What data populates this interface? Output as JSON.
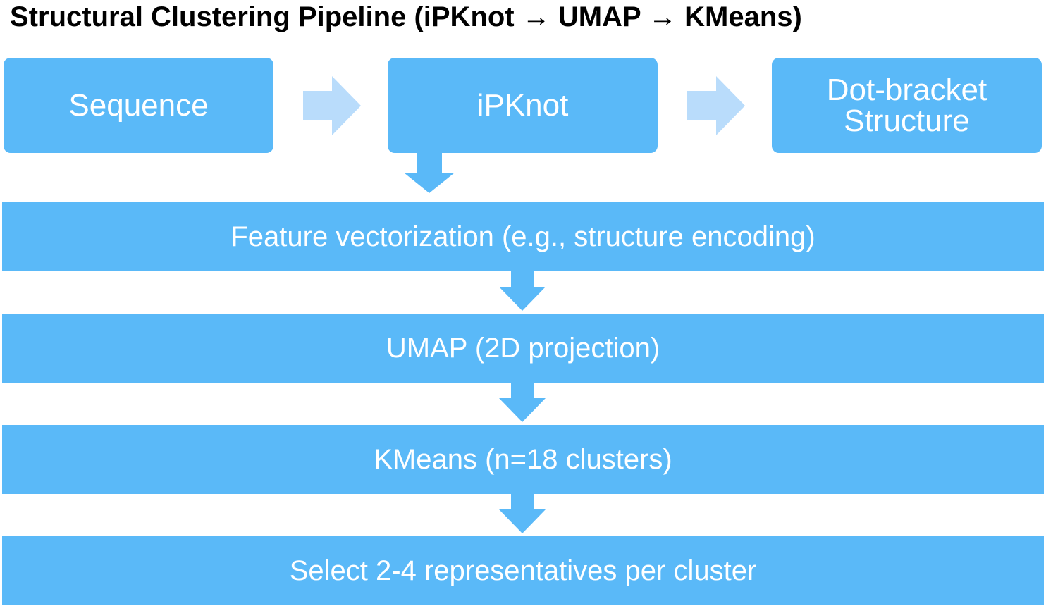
{
  "title": "Structural Clustering Pipeline (iPKnot → UMAP → KMeans)",
  "top_row": [
    {
      "label": "Sequence"
    },
    {
      "label": "iPKnot"
    },
    {
      "label_lines": [
        "Dot-bracket",
        "Structure"
      ]
    }
  ],
  "stages": [
    {
      "label": "Feature vectorization (e.g., structure encoding)"
    },
    {
      "label": "UMAP (2D projection)"
    },
    {
      "label": "KMeans (n=18 clusters)"
    },
    {
      "label": "Select 2-4 representatives per cluster"
    }
  ],
  "colors": {
    "box": "#5ab9f8",
    "box_text": "#ffffff",
    "horizontal_arrow": "#b9dcfb",
    "vertical_arrow": "#5ab9f8"
  }
}
